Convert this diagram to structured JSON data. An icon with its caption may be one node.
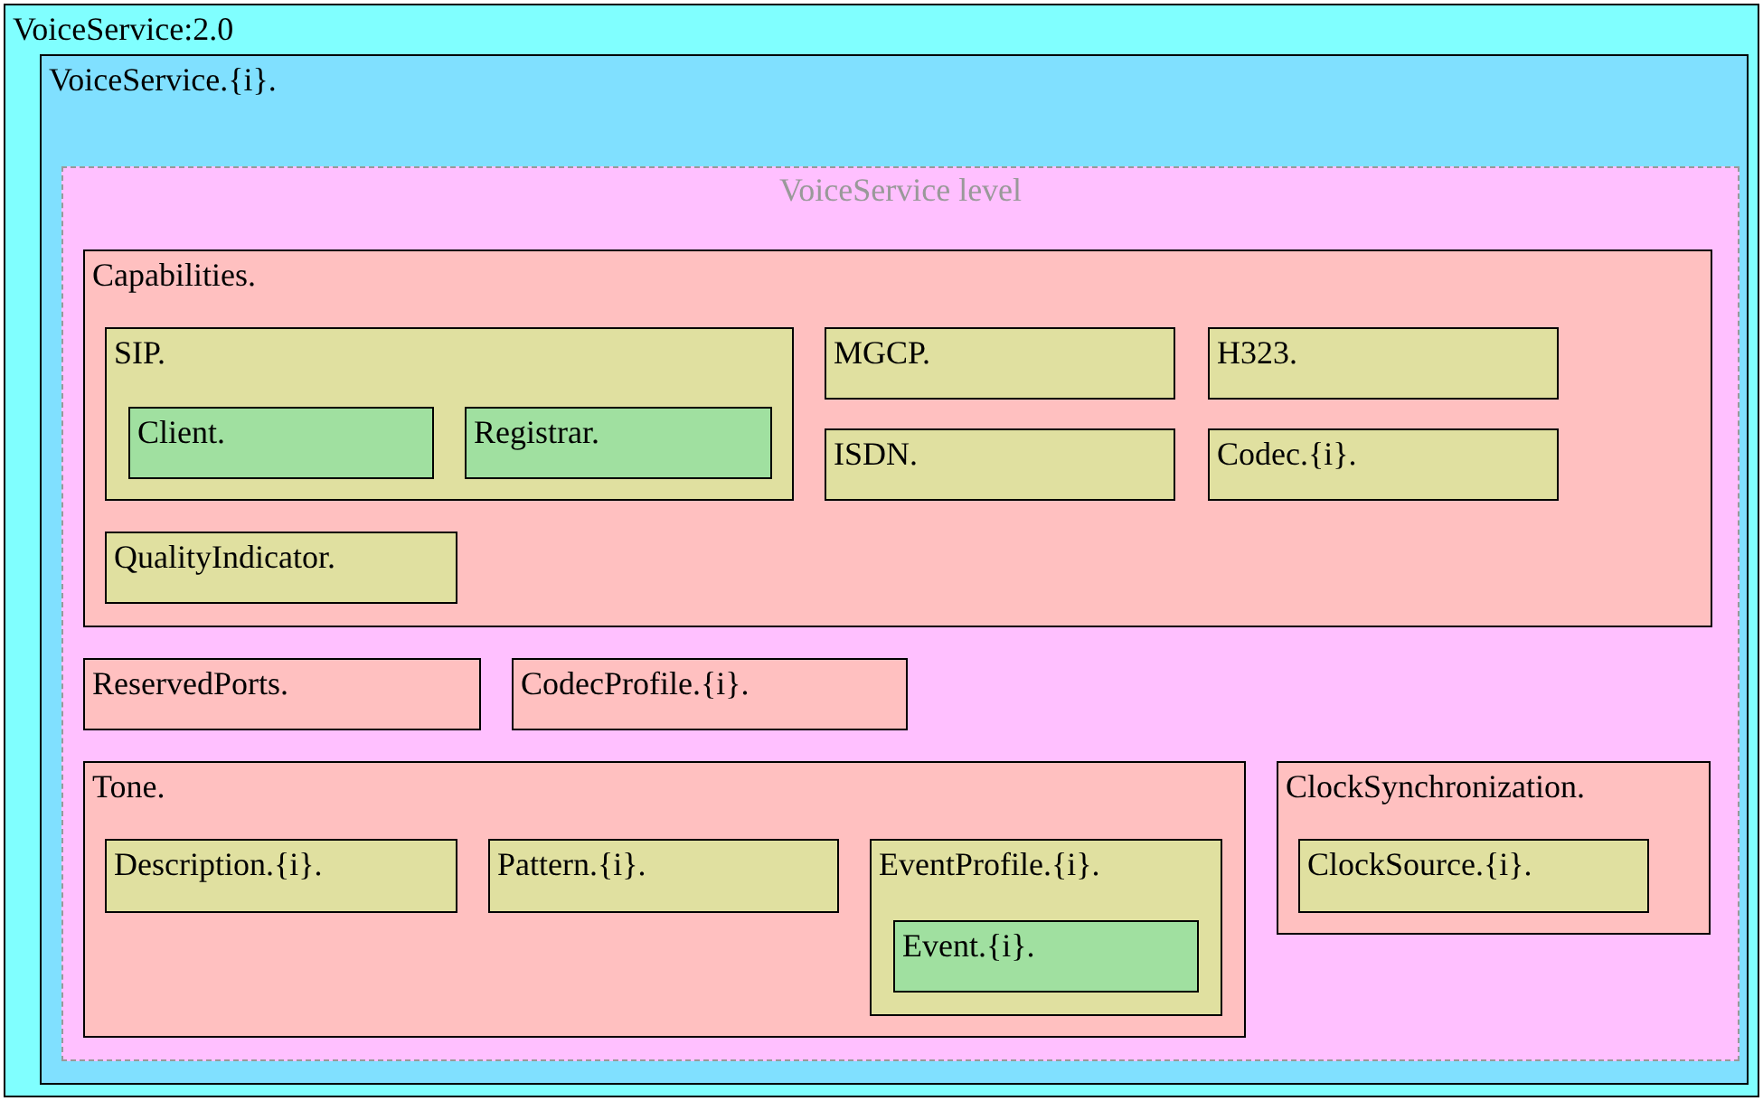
{
  "diagram": {
    "nodes": [
      {
        "text": [
          "VoiceService:2.0"
        ]
      },
      {
        "text": [
          "VoiceService.{i}."
        ],
        "in": 0
      },
      {
        "text": [
          "VoiceService level"
        ],
        "in": 1
      },
      {
        "text": [
          "Capabilities."
        ],
        "in": 2
      },
      {
        "text": [
          "SIP."
        ],
        "in": 3
      },
      {
        "text": [
          "Client."
        ],
        "in": 4
      },
      {
        "text": [
          "Registrar."
        ],
        "in": 4
      },
      {
        "text": [
          "MGCP."
        ],
        "in": 3
      },
      {
        "text": [
          "H323."
        ],
        "in": 3
      },
      {
        "text": [
          "ISDN."
        ],
        "in": 3
      },
      {
        "text": [
          "Codec.{i}."
        ],
        "in": 3
      },
      {
        "text": [
          "QualityIndicator."
        ],
        "in": 3
      },
      {
        "text": [
          "ReservedPorts."
        ],
        "in": 2
      },
      {
        "text": [
          "CodecProfile.{i}."
        ],
        "in": 2
      },
      {
        "text": [
          "Tone."
        ],
        "in": 2
      },
      {
        "text": [
          "Description.{i}."
        ],
        "in": 14
      },
      {
        "text": [
          "Pattern.{i}."
        ],
        "in": 14
      },
      {
        "text": [
          "EventProfile.{i}."
        ],
        "in": 14
      },
      {
        "text": [
          "Event.{i}."
        ],
        "in": 17
      },
      {
        "text": [
          "ClockSynchronization."
        ],
        "in": 2
      },
      {
        "text": [
          "ClockSource.{i}."
        ],
        "in": 19
      }
    ],
    "edges": []
  }
}
